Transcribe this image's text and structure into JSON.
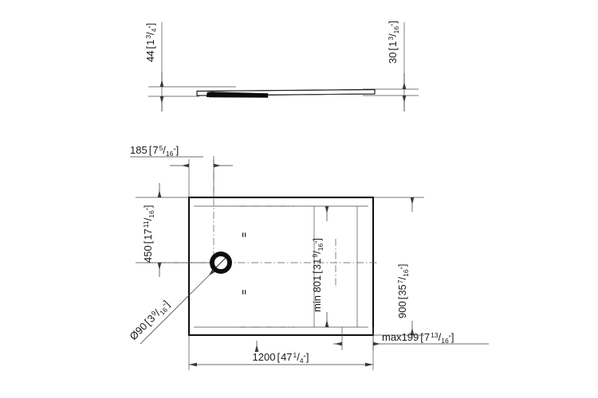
{
  "drawing": {
    "title": "Shower tray technical drawing",
    "line_color": "#1a1a1a",
    "background": "#ffffff",
    "views": {
      "section": {
        "name": "side-section-view"
      },
      "plan": {
        "name": "top-plan-view"
      }
    }
  },
  "dimensions": {
    "section_left": {
      "metric": "44",
      "bracket_open": "[",
      "whole": "1",
      "numer": "3",
      "denom": "4",
      "inch": "\"",
      "bracket_close": "]"
    },
    "section_right": {
      "metric": "30",
      "bracket_open": "[",
      "whole": "1",
      "numer": "3",
      "denom": "16",
      "inch": "\"",
      "bracket_close": "]"
    },
    "plan_top_offset": {
      "metric": "185",
      "bracket_open": "[",
      "whole": "7",
      "numer": "5",
      "denom": "16",
      "inch": "\"",
      "bracket_close": "]"
    },
    "plan_left_offset": {
      "metric": "450",
      "bracket_open": "[",
      "whole": "17",
      "numer": "11",
      "denom": "16",
      "inch": "\"",
      "bracket_close": "]"
    },
    "plan_inner_height": {
      "prefix": "min ",
      "metric": "801",
      "bracket_open": "[",
      "whole": "31",
      "numer": "9",
      "denom": "16",
      "inch": "\"",
      "bracket_close": "]"
    },
    "plan_right_height": {
      "metric": "900",
      "bracket_open": "[",
      "whole": "35",
      "numer": "7",
      "denom": "16",
      "inch": "\"",
      "bracket_close": "]"
    },
    "plan_bottom_width": {
      "metric": "1200",
      "bracket_open": "[",
      "whole": "47",
      "numer": "1",
      "denom": "4",
      "inch": "\"",
      "bracket_close": "]"
    },
    "plan_bottom_right": {
      "prefix": "max",
      "metric": "199",
      "bracket_open": "[",
      "whole": "7",
      "numer": "13",
      "denom": "16",
      "inch": "\"",
      "bracket_close": "]"
    },
    "drain_diameter": {
      "symbol": "Ø",
      "metric": "90",
      "bracket_open": "[",
      "whole": "3",
      "numer": "9",
      "denom": "16",
      "inch": "\"",
      "bracket_close": "]"
    }
  },
  "marks": {
    "equal_upper": "=",
    "equal_lower": "="
  }
}
